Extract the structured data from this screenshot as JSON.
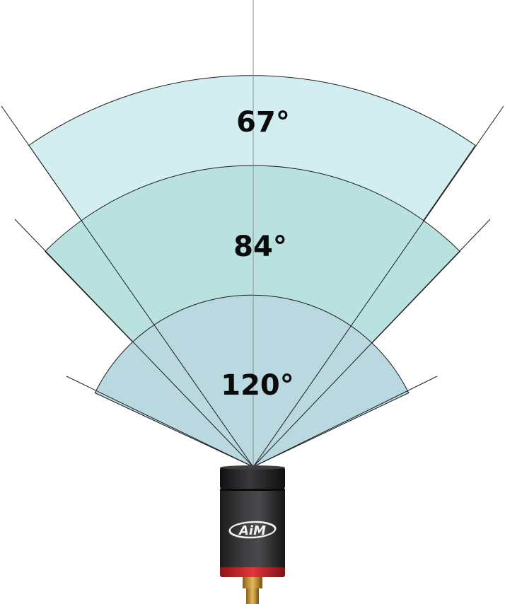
{
  "fov_options": [
    {
      "label": "67°",
      "angle_deg": 67,
      "fill": "#d3eef1"
    },
    {
      "label": "84°",
      "angle_deg": 84,
      "fill": "#b9e1e0"
    },
    {
      "label": "120°",
      "angle_deg": 120,
      "fill": "#b9d8e0"
    }
  ],
  "camera": {
    "logo_icon": "aim-logo",
    "body_color": "#2a2a2c",
    "ring_color": "#d4252b",
    "connector_color": "#c9962e"
  }
}
